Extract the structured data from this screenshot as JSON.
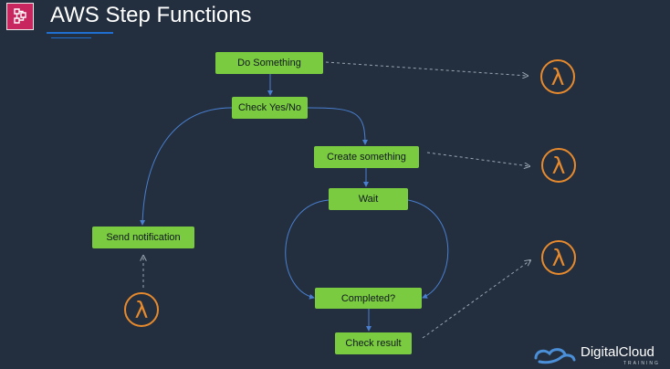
{
  "header": {
    "title": "AWS Step Functions",
    "icon": "step-functions-icon"
  },
  "nodes": {
    "do_something": "Do Something",
    "check_yes_no": "Check Yes/No",
    "create_something": "Create something",
    "wait": "Wait",
    "send_notification": "Send notification",
    "completed": "Completed?",
    "check_result": "Check result"
  },
  "lambda": {
    "symbol": "λ",
    "icon": "aws-lambda-icon"
  },
  "logo": {
    "name": "DigitalCloud",
    "tagline": "TRAINING"
  },
  "colors": {
    "background": "#232f3e",
    "state_fill": "#7acb3f",
    "lambda_orange": "#e78a2e",
    "flow_line": "#4a7fd0",
    "dashed_line": "#9aa6b2",
    "header_accent": "#c7265e"
  }
}
